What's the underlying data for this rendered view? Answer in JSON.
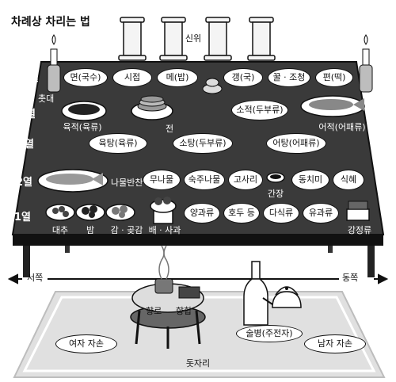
{
  "title": "차례상 차리는 법",
  "spirit_tablets_label": "신위",
  "candle_label": "촛대",
  "rows": {
    "row5": "5열",
    "row4": "4열",
    "row3": "3열",
    "row2": "2열",
    "row1": "1열"
  },
  "row5_items": [
    "면(국수)",
    "시접",
    "메(밥)",
    "갱(국)",
    "꿀 · 조청",
    "편(떡)"
  ],
  "row4_items": {
    "left": "육적(육류)",
    "center": "전",
    "right_oval": "소적(두부류)",
    "right_fish": "어적(어패류)"
  },
  "row3_items": [
    "육탕(육류)",
    "소탕(두부류)",
    "어탕(어패류)"
  ],
  "row2_items": {
    "label": "나물반찬",
    "ovals": [
      "무나물",
      "숙주나물",
      "고사리"
    ],
    "sauce": "간장",
    "ovals_right": [
      "동치미",
      "식혜"
    ]
  },
  "row1_items": {
    "bottom_labels": [
      "대추",
      "밤",
      "감 · 곶감",
      "배 · 사과"
    ],
    "ovals": [
      "양과류",
      "호두 등",
      "다식류",
      "유과류"
    ],
    "right_label": "강정류"
  },
  "directions": {
    "west": "서쪽",
    "east": "동쪽"
  },
  "small_table": {
    "incense_burner": "향로",
    "incense_box": "향합"
  },
  "wine_bottle": "술병(주전자)",
  "mat_label": "돗자리",
  "women_label": "여자 자손",
  "men_label": "남자 자손"
}
